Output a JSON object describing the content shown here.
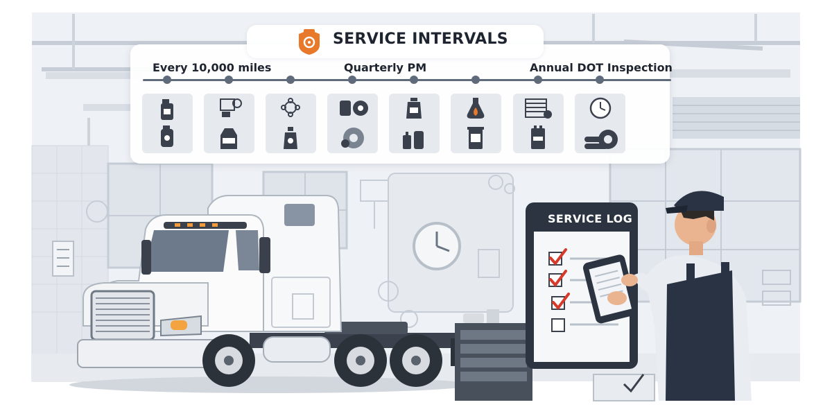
{
  "header": {
    "title": "SERVICE INTERVALS"
  },
  "timeline": {
    "labels": [
      "Every 10,000 miles",
      "Quarterly PM",
      "Annual DOT Inspection"
    ]
  },
  "icon_cards": [
    {
      "top_icon": "oil-bottle-icon",
      "bottom_icon": "oil-can-icon"
    },
    {
      "top_icon": "filter-diagram-icon",
      "bottom_icon": "filter-jug-icon"
    },
    {
      "top_icon": "gear-cluster-icon",
      "bottom_icon": "fluid-bottle-icon"
    },
    {
      "top_icon": "brake-drum-icon",
      "bottom_icon": "brake-disc-icon"
    },
    {
      "top_icon": "coolant-jug-icon",
      "bottom_icon": "fluid-bottles-icon"
    },
    {
      "top_icon": "droplet-flask-icon",
      "bottom_icon": "filter-canister-icon"
    },
    {
      "top_icon": "radiator-icon",
      "bottom_icon": "battery-icon"
    },
    {
      "top_icon": "clock-icon",
      "bottom_icon": "tire-stack-icon"
    }
  ],
  "service_log": {
    "title": "SERVICE LOG",
    "checked_items": 3,
    "total_items": 4
  },
  "colors": {
    "accent_orange": "#e8782a",
    "check_red": "#d63a2a",
    "timeline_gray": "#5f6b7b",
    "tablet_dark": "#2b3440",
    "uniform_navy": "#2a3344"
  }
}
